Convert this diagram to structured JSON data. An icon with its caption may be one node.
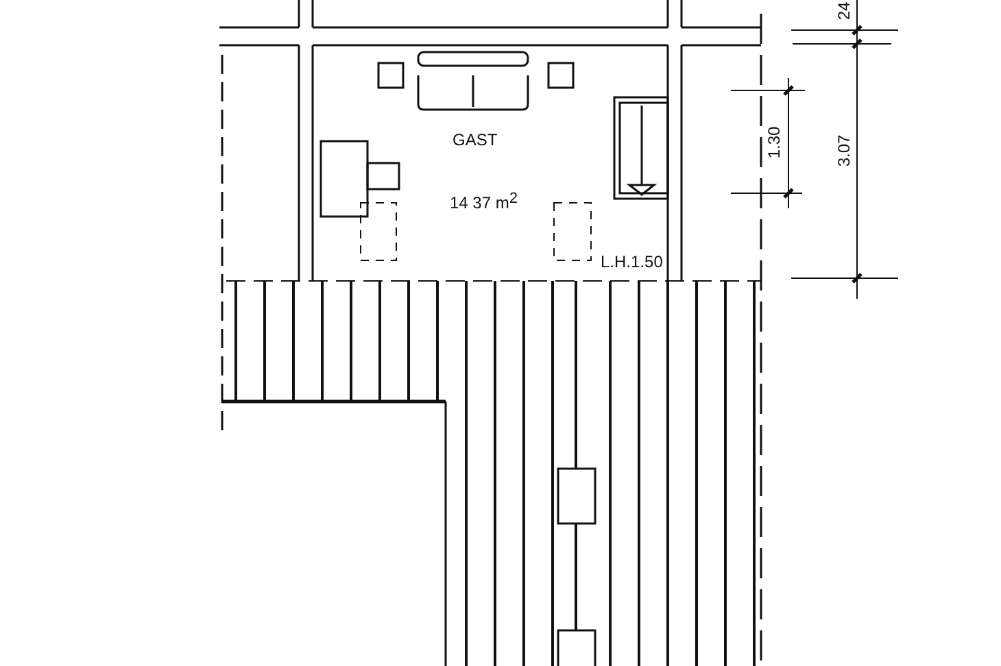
{
  "diagram": {
    "labels": [
      "24",
      "GAST",
      "14 37 m$^{2}$",
      "1.30",
      "3.07",
      "L.H.1.50"
    ]
  }
}
